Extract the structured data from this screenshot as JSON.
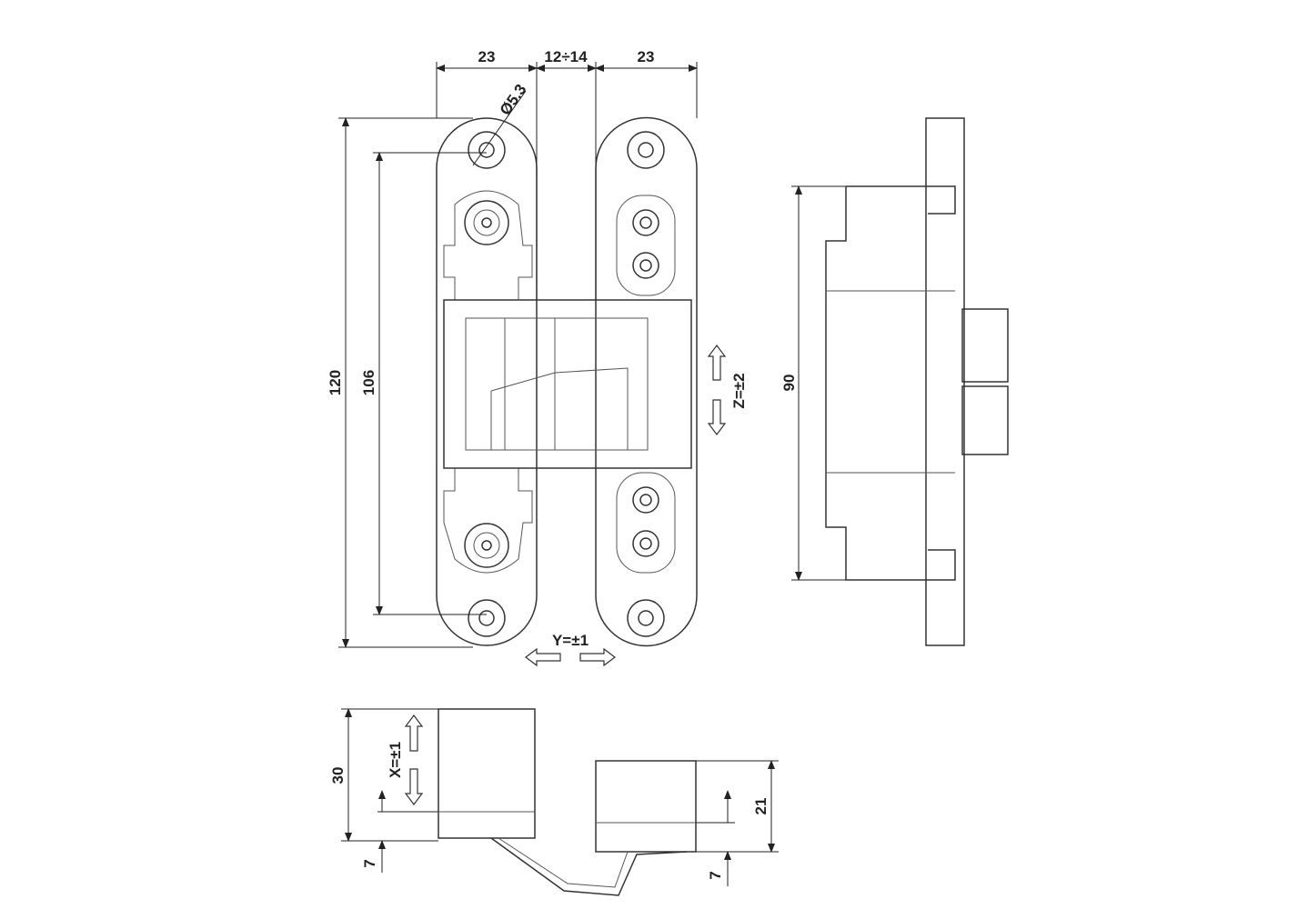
{
  "drawing": {
    "dimensions": {
      "leaf_width_left": "23",
      "gap": "12÷14",
      "leaf_width_right": "23",
      "hole_diameter": "Ø5.3",
      "overall_height": "120",
      "hole_spacing": "106",
      "side_height": "90",
      "depth_left": "30",
      "offset_left": "7",
      "depth_right": "21",
      "offset_right": "7"
    },
    "adjustments": {
      "z": "Z=±2",
      "y": "Y=±1",
      "x": "X=±1"
    }
  }
}
